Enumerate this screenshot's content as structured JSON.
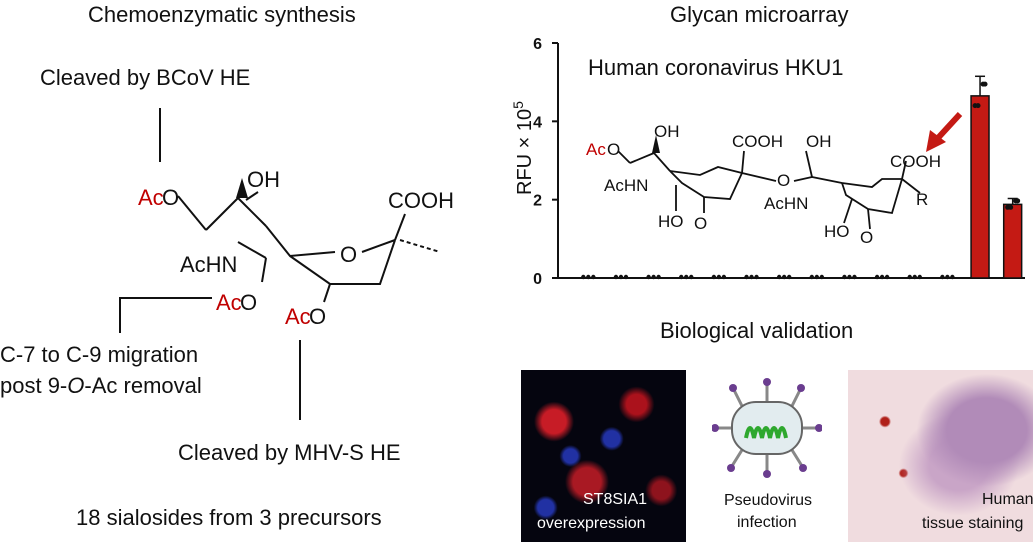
{
  "left": {
    "title": "Chemoenzymatic synthesis",
    "cleaved_bcov": "Cleaved by BCoV HE",
    "migration_line1": "C-7 to C-9 migration",
    "migration_line2_prefix": "post 9-",
    "migration_line2_italic": "O",
    "migration_line2_suffix": "-Ac removal",
    "cleaved_mhv": "Cleaved by MHV-S HE",
    "footer": "18 sialosides from 3 precursors",
    "mol": {
      "ac": "Ac",
      "o": "O",
      "oh": "OH",
      "acohn": "AcHN",
      "cooh": "COOH",
      "ring_o": "O"
    }
  },
  "right": {
    "title": "Glycan microarray",
    "chart_label": "Human coronavirus HKU1",
    "bio_title": "Biological validation",
    "captions": {
      "st8_1": "ST8SIA1",
      "st8_2": "overexpression",
      "pv_1": "Pseudovirus",
      "pv_2": "infection",
      "hu_1": "Human",
      "hu_2": "tissue staining"
    },
    "mol": {
      "ac": "Ac",
      "o": "O",
      "oh": "OH",
      "achn": "AcHN",
      "ho": "HO",
      "cooh": "COOH",
      "r": "R"
    }
  },
  "chart_data": {
    "type": "bar",
    "title": "Human coronavirus HKU1",
    "ylabel": "RFU × 10⁵",
    "ylim": [
      0,
      6
    ],
    "yticks": [
      "0",
      "2",
      "4",
      "6"
    ],
    "series": [
      {
        "values": [
          0.02,
          0.02,
          0.02,
          0.02,
          0.02,
          0.02,
          0.02,
          0.02,
          0.02,
          0.02,
          0.02,
          0.02,
          4.65,
          1.88
        ]
      }
    ],
    "errors": [
      0,
      0,
      0,
      0,
      0,
      0,
      0,
      0,
      0,
      0,
      0,
      0,
      0.5,
      0.15
    ],
    "colors": {
      "bar": "#c41a14",
      "arrow": "#c41a14",
      "ac_text": "#c00000"
    }
  }
}
